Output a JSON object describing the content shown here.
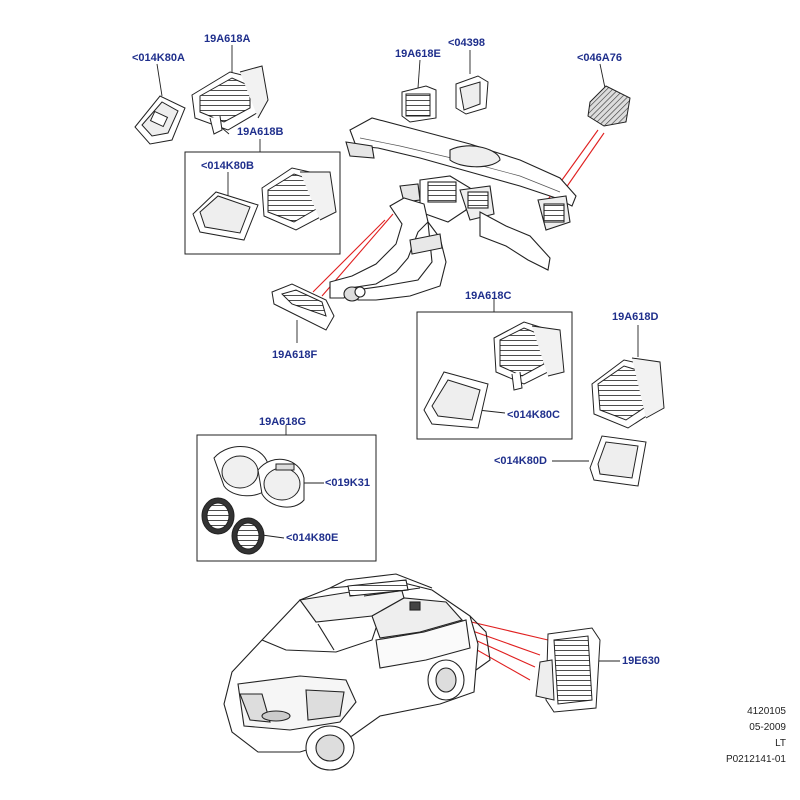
{
  "labels": {
    "a_19A618A": "19A618A",
    "a_014K80A": "<014K80A",
    "a_19A618B": "19A618B",
    "a_014K80B": "<014K80B",
    "a_19A618E": "19A618E",
    "a_04398": "<04398",
    "a_046A76": "<046A76",
    "a_19A618F": "19A618F",
    "a_19A618C": "19A618C",
    "a_014K80C": "<014K80C",
    "a_19A618D": "19A618D",
    "a_014K80D": "<014K80D",
    "a_19A618G": "19A618G",
    "a_019K31": "<019K31",
    "a_014K80E": "<014K80E",
    "a_19E630": "19E630"
  },
  "reference": {
    "number": "4120105",
    "date": "05-2009",
    "code": "LT",
    "part": "P0212141-01"
  },
  "colors": {
    "label": "#1f2f8c",
    "leader_red": "#e02020",
    "outline": "#222222"
  }
}
